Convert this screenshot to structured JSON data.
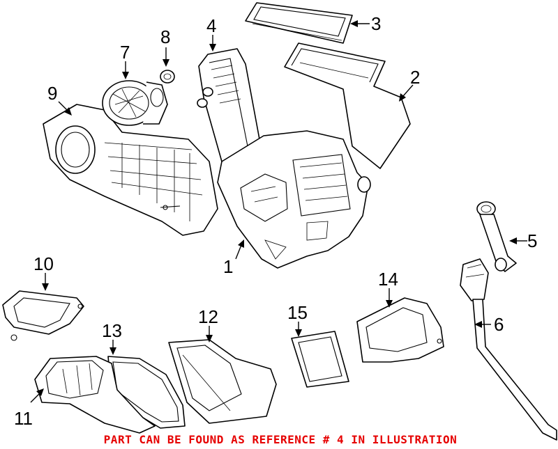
{
  "diagram": {
    "callouts": [
      "1",
      "2",
      "3",
      "4",
      "5",
      "6",
      "7",
      "8",
      "9",
      "10",
      "11",
      "12",
      "13",
      "14",
      "15"
    ],
    "note": "PART CAN BE FOUND AS REFERENCE # 4 IN ILLUSTRATION",
    "note_color": "#e60000"
  }
}
